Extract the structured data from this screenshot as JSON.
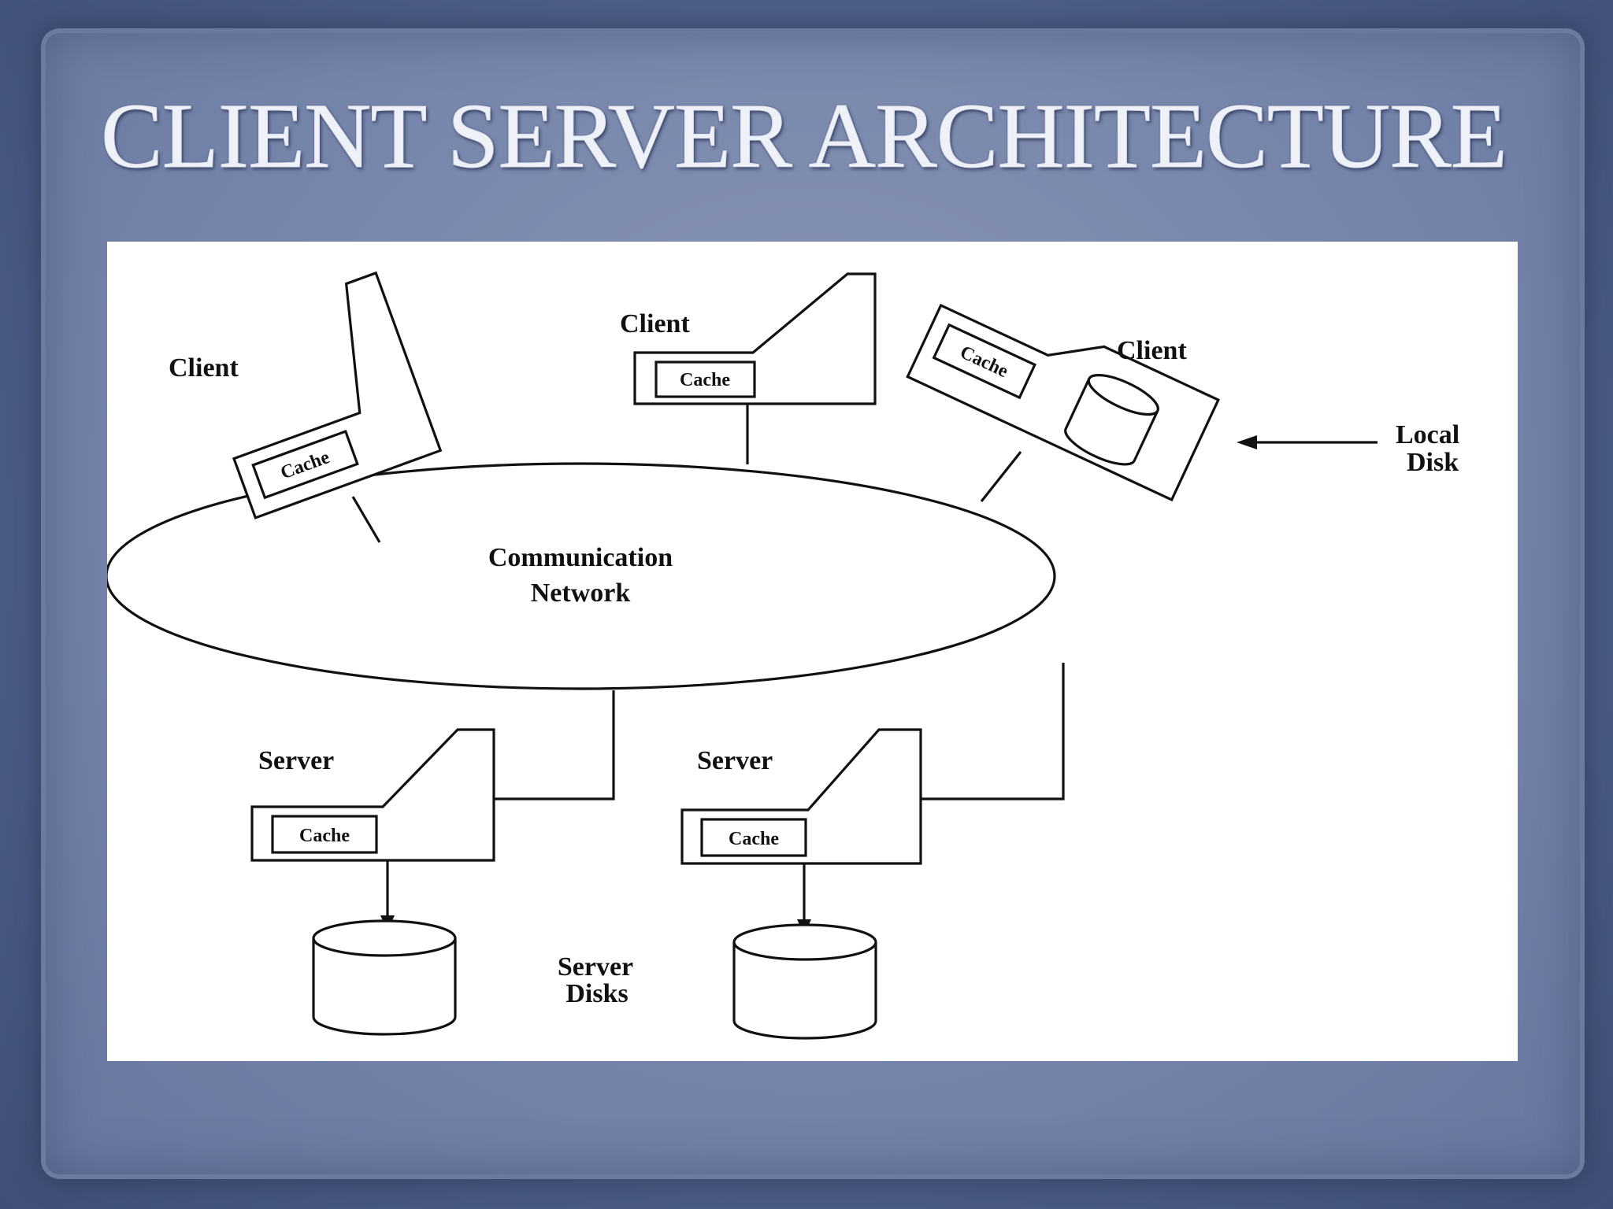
{
  "slide": {
    "title": "CLIENT SERVER ARCHITECTURE"
  },
  "diagram": {
    "network_label_line1": "Communication",
    "network_label_line2": "Network",
    "clients": [
      {
        "label": "Client",
        "cache_label": "Cache"
      },
      {
        "label": "Client",
        "cache_label": "Cache"
      },
      {
        "label": "Client",
        "cache_label": "Cache"
      }
    ],
    "local_disk_label_line1": "Local",
    "local_disk_label_line2": "Disk",
    "servers": [
      {
        "label": "Server",
        "cache_label": "Cache"
      },
      {
        "label": "Server",
        "cache_label": "Cache"
      }
    ],
    "server_disks_label_line1": "Server",
    "server_disks_label_line2": "Disks"
  }
}
